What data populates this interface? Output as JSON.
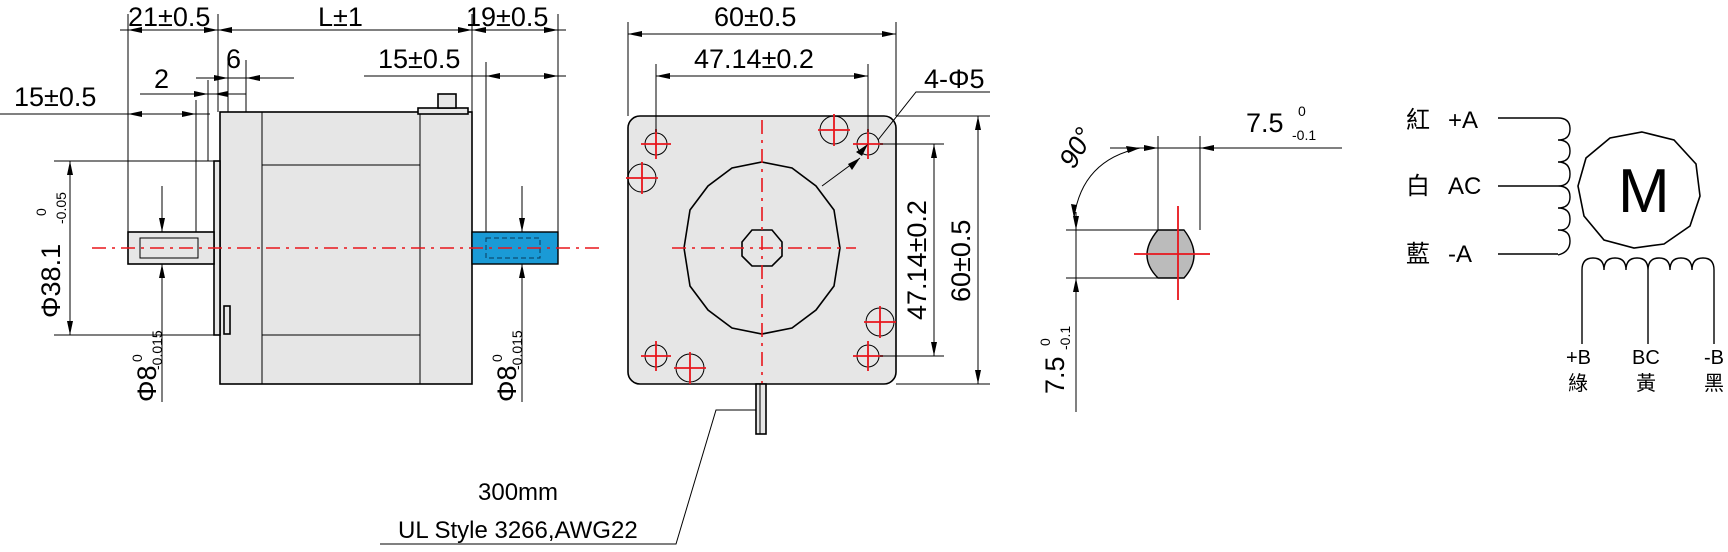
{
  "side_view": {
    "dim_front_shaft": "21±0.5",
    "dim_body_length": "L±1",
    "dim_rear_shaft": "19±0.5",
    "dim_flat_rear": "15±0.5",
    "dim_flat_front": "15±0.5",
    "dim_boss_step": "2",
    "dim_boss": "6",
    "dim_boss_dia": "Φ38.1",
    "dim_boss_dia_tol_up": "0",
    "dim_boss_dia_tol_low": "-0.05",
    "dim_shaft_front": "Φ8",
    "dim_shaft_front_tol_up": "0",
    "dim_shaft_front_tol_low": "-0.015",
    "dim_shaft_rear": "Φ8",
    "dim_shaft_rear_tol_up": "0",
    "dim_shaft_rear_tol_low": "-0.015"
  },
  "front_view": {
    "dim_width": "60±0.5",
    "dim_hole_spacing": "47.14±0.2",
    "dim_holes": "4-Φ5",
    "dim_hole_spacing_v": "47.14±0.2",
    "dim_height": "60±0.5",
    "cable_length": "300mm",
    "cable_spec": "UL Style 3266,AWG22"
  },
  "shaft_section": {
    "dim_angle": "90°",
    "dim_flat": "7.5",
    "dim_flat_tol_up": "0",
    "dim_flat_tol_low": "-0.1",
    "dim_flat_v": "7.5",
    "dim_flat_v_tol_up": "0",
    "dim_flat_v_tol_low": "-0.1"
  },
  "wiring": {
    "motor_symbol": "M",
    "leads": [
      {
        "color": "紅",
        "signal": "+A"
      },
      {
        "color": "白",
        "signal": "AC"
      },
      {
        "color": "藍",
        "signal": "-A"
      }
    ],
    "b_leads": [
      {
        "signal": "+B",
        "color": "綠"
      },
      {
        "signal": "BC",
        "color": "黃"
      },
      {
        "signal": "-B",
        "color": "黑"
      }
    ]
  },
  "colors": {
    "center_line": "#e8161c",
    "body_fill": "#e6e6e6",
    "shaft_highlight": "#1a9ad6"
  }
}
